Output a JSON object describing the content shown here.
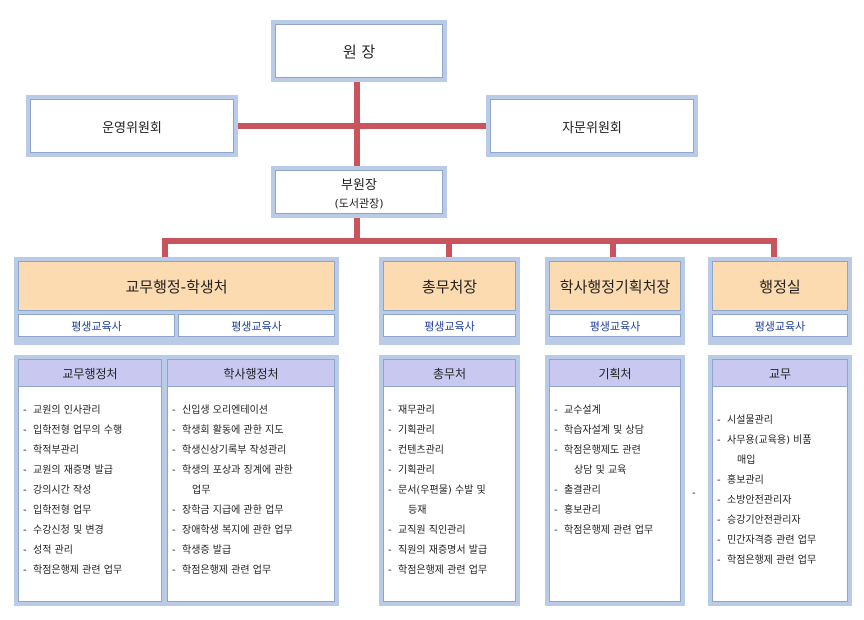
{
  "top": {
    "director": "원 장",
    "left_committee": "운영위원회",
    "right_committee": "자문위원회"
  },
  "vice": {
    "title": "부원장",
    "subtitle": "(도서관장)"
  },
  "departments": [
    {
      "title": "교무행정-학생처",
      "subs": [
        "평생교육사",
        "평생교육사"
      ]
    },
    {
      "title": "총무처장",
      "subs": [
        "평생교육사"
      ]
    },
    {
      "title": "학사행정기획처장",
      "subs": [
        "평생교육사"
      ]
    },
    {
      "title": "행정실",
      "subs": [
        "평생교육사"
      ]
    }
  ],
  "duties": [
    {
      "title": "교무행정처",
      "items": [
        "교원의 인사관리",
        "입학전형 업무의 수행",
        "학적부관리",
        "교원의 재증명 발급",
        "강의시간 작성",
        "입학전형 업무",
        "수강신청 및 변경",
        "성적 관리",
        "학점은행제 관련 업무"
      ]
    },
    {
      "title": "학사행정처",
      "items": [
        "신입생 오리엔테이션",
        "학생회 활동에 관한 지도",
        "학생신상기록부 작성관리",
        "학생의 포상과 징계에    관한",
        "업무",
        "장학금 지급에 관한 업무",
        "장애학생 복지에 관한 업무",
        "학생증 발급",
        "학점은행제 관련 업무"
      ]
    },
    {
      "title": "총무처",
      "items": [
        "재무관리",
        "기획관리",
        "컨텐츠관리",
        "기획관리",
        "문서(우편물) 수발 및",
        "등재",
        "교직원 직인관리",
        "직원의 재증명서 발급",
        "학점은행제 관련 업무"
      ]
    },
    {
      "title": "기획처",
      "items": [
        "교수설계",
        "학습자설계 및 상담",
        "학점은행제도 관련",
        "상담 및 교육",
        "출결관리",
        "홍보관리",
        "학점은행제 관련 업무"
      ]
    },
    {
      "title": "교무",
      "items": [
        "시설물관리",
        "사무용(교육용) 비품",
        "매입",
        "홍보관리",
        "소방안전관리자",
        "승강기안전관리자",
        "민간자격증 관련 업무",
        "학점은행제 관련 업무"
      ]
    }
  ],
  "misc": {
    "dash": "-"
  }
}
